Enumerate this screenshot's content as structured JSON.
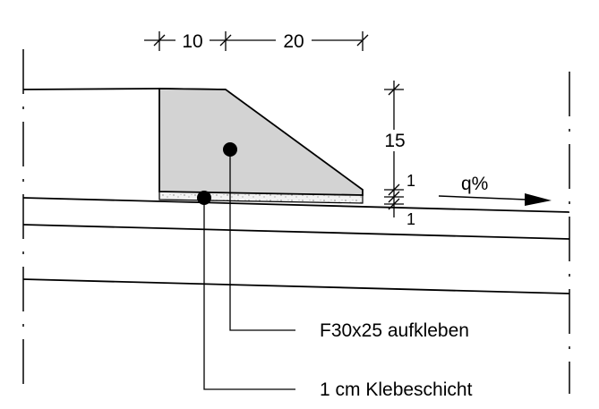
{
  "dimensions": {
    "top_left": "10",
    "top_right": "20",
    "height": "15",
    "layer_upper": "1",
    "layer_lower": "1"
  },
  "slope_label": "q%",
  "callouts": {
    "element": "F30x25 aufkleben",
    "adhesive": "1 cm Klebeschicht"
  },
  "colors": {
    "element_fill": "#d3d3d3",
    "line": "#000000"
  }
}
